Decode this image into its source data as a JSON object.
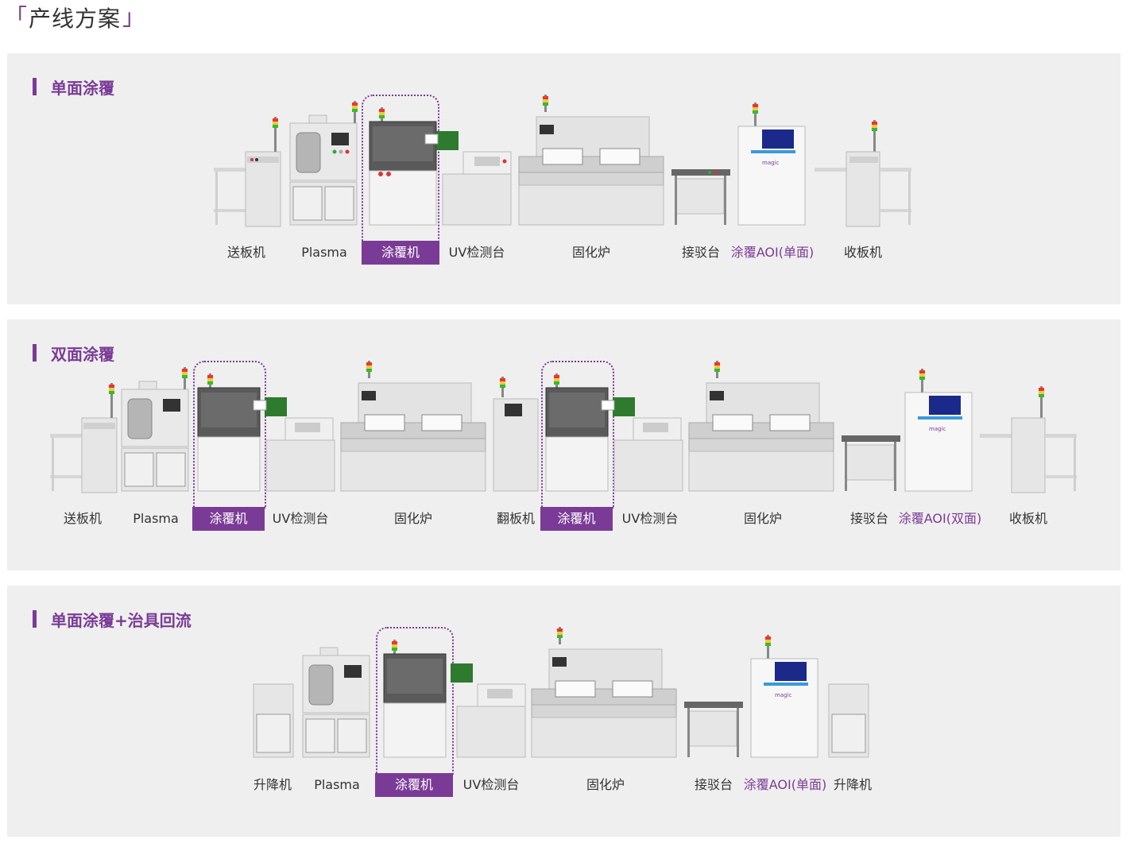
{
  "title": "产线方案",
  "sections": [
    {
      "title": "单面涂覆",
      "machines": [
        "送板机",
        "Plasma",
        "涂覆机",
        "UV检测台",
        "固化炉",
        "接驳台",
        "涂覆AOI(单面)",
        "收板机"
      ]
    },
    {
      "title": "双面涂覆",
      "machines": [
        "送板机",
        "Plasma",
        "涂覆机",
        "UV检测台",
        "固化炉",
        "翻板机",
        "涂覆机",
        "UV检测台",
        "固化炉",
        "接驳台",
        "涂覆AOI(双面)",
        "收板机"
      ]
    },
    {
      "title": "单面涂覆+治具回流",
      "machines": [
        "升降机",
        "Plasma",
        "涂覆机",
        "UV检测台",
        "固化炉",
        "接驳台",
        "涂覆AOI(单面)",
        "升降机"
      ]
    }
  ],
  "brand_logo": "magic",
  "colors": {
    "accent": "#7a3b96",
    "panel": "#efefef"
  }
}
